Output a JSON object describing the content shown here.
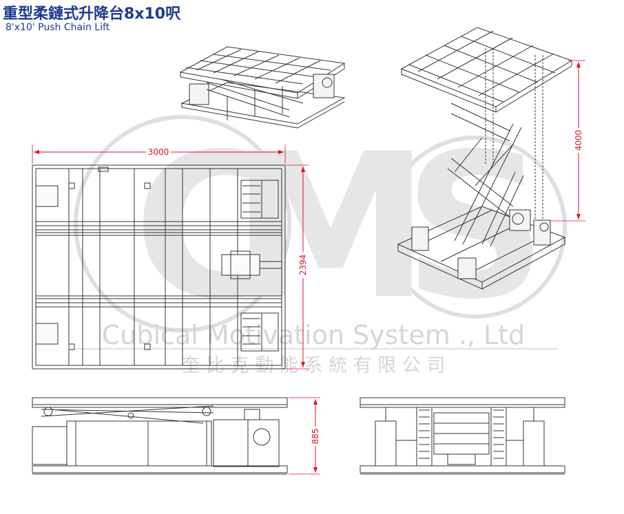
{
  "title": {
    "chinese": "重型柔鏈式升降台8x10呎",
    "english": "8'x10' Push Chain Lift"
  },
  "dimensions": {
    "top_width": "3000",
    "top_depth": "2394",
    "iso_height": "4000",
    "side_height": "885"
  },
  "watermark": {
    "logo": "CMS",
    "company_en": "Cubical Motivation System ., Ltd",
    "company_cn": "奎 比 克 動 能 系 統 有 限 公 司"
  },
  "colors": {
    "title": "#1e3a8f",
    "dimension": "#e0102a",
    "line": "#333333",
    "watermark": "#d9d9d9"
  }
}
